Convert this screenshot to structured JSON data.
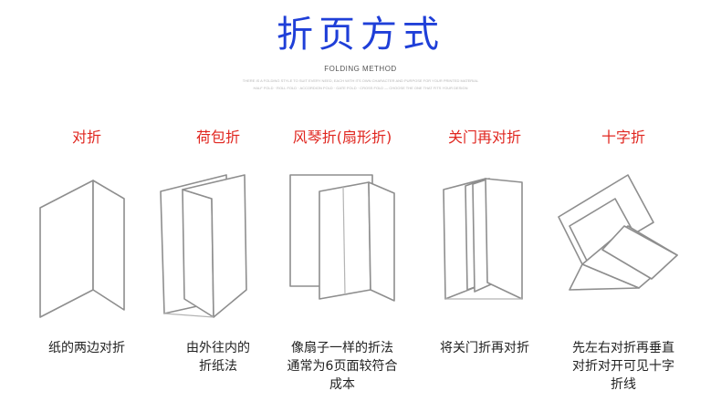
{
  "header": {
    "title": "折页方式",
    "subtitle": "FOLDING METHOD",
    "fine_print_1": "THERE IS A FOLDING STYLE TO SUIT EVERY NEED, EACH WITH ITS OWN CHARACTER AND PURPOSE FOR YOUR PRINTED MATERIAL",
    "fine_print_2": "HALF FOLD · ROLL FOLD · ACCORDION FOLD · GATE FOLD · CROSS FOLD — CHOOSE THE ONE THAT FITS YOUR DESIGN"
  },
  "methods": [
    {
      "name": "对折",
      "icon": "half-fold-icon",
      "desc": [
        "纸的两边对折"
      ]
    },
    {
      "name": "荷包折",
      "icon": "roll-fold-icon",
      "desc": [
        "由外往内的",
        "折纸法"
      ]
    },
    {
      "name": "风琴折(扇形折)",
      "icon": "accordion-fold-icon",
      "desc": [
        "像扇子一样的折法",
        "通常为6页面较符合",
        "成本"
      ]
    },
    {
      "name": "关门再对折",
      "icon": "gate-fold-icon",
      "desc": [
        "将关门折再对折"
      ]
    },
    {
      "name": "十字折",
      "icon": "cross-fold-icon",
      "desc": [
        "先左右对折再垂直",
        "对折对开可见十字",
        "折线"
      ]
    }
  ],
  "colors": {
    "title": "#1f3fd8",
    "method_name": "#e0261f",
    "line": "#8e8e8e"
  }
}
